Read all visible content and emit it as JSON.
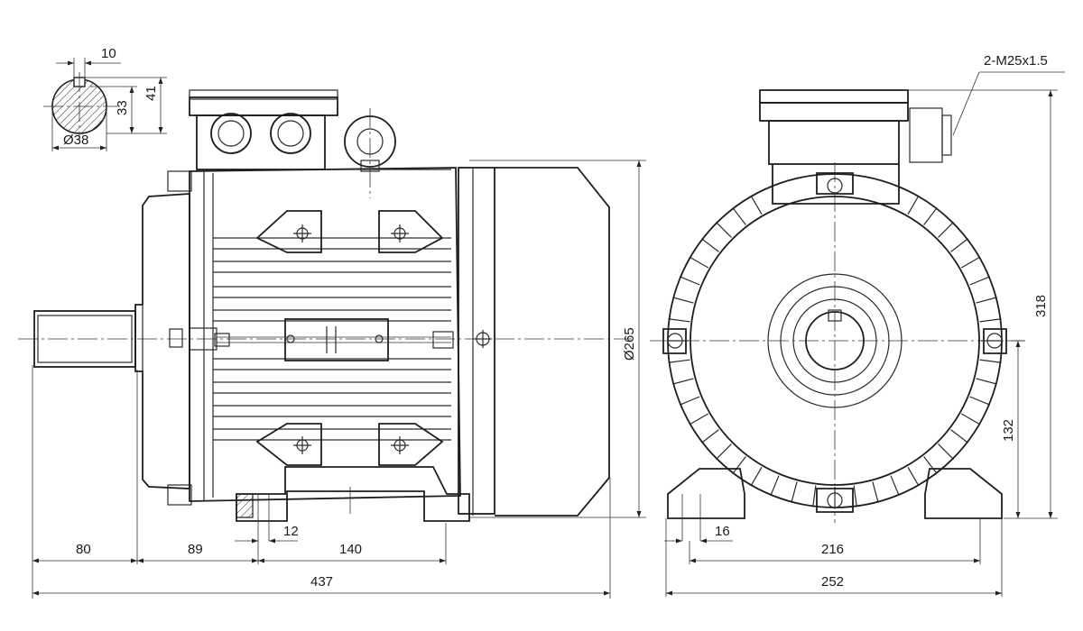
{
  "dimensions": {
    "key_width": "10",
    "key_height": "41",
    "shaft_key_depth": "33",
    "shaft_diameter": "Ø38",
    "shaft_length": "80",
    "shaft_to_foot_hole": "89",
    "foot_hole_diameter": "12",
    "foot_hole_spacing": "140",
    "total_length": "437",
    "flange_diameter": "Ø265",
    "cable_glands": "2-M25x1.5",
    "total_height": "318",
    "shaft_height": "132",
    "foot_hole_width": "16",
    "foot_spacing_width": "216",
    "total_width": "252"
  }
}
